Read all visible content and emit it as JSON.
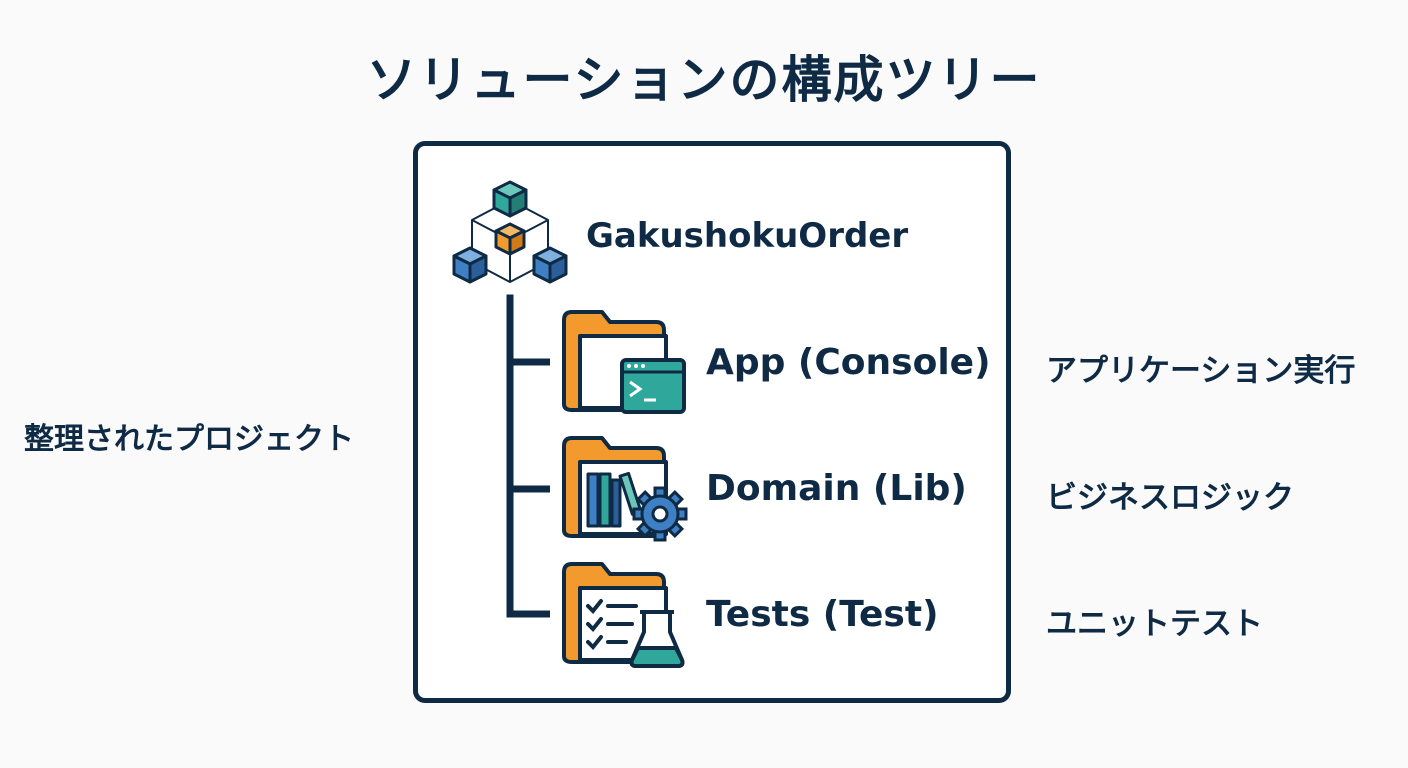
{
  "title": "ソリューションの構成ツリー",
  "left_label": "整理されたプロジェクト",
  "root": {
    "label": "GakushokuOrder",
    "icon": "cubes-icon"
  },
  "nodes": [
    {
      "label": "App (Console)",
      "description": "アプリケーション実行",
      "icon": "folder-console-icon"
    },
    {
      "label": "Domain (Lib)",
      "description": "ビジネスロジック",
      "icon": "folder-library-gear-icon"
    },
    {
      "label": "Tests (Test)",
      "description": "ユニットテスト",
      "icon": "folder-checklist-flask-icon"
    }
  ],
  "colors": {
    "navy": "#0f2a44",
    "orange": "#f39a2e",
    "teal": "#2fa89b",
    "blue": "#3f7fc4"
  }
}
